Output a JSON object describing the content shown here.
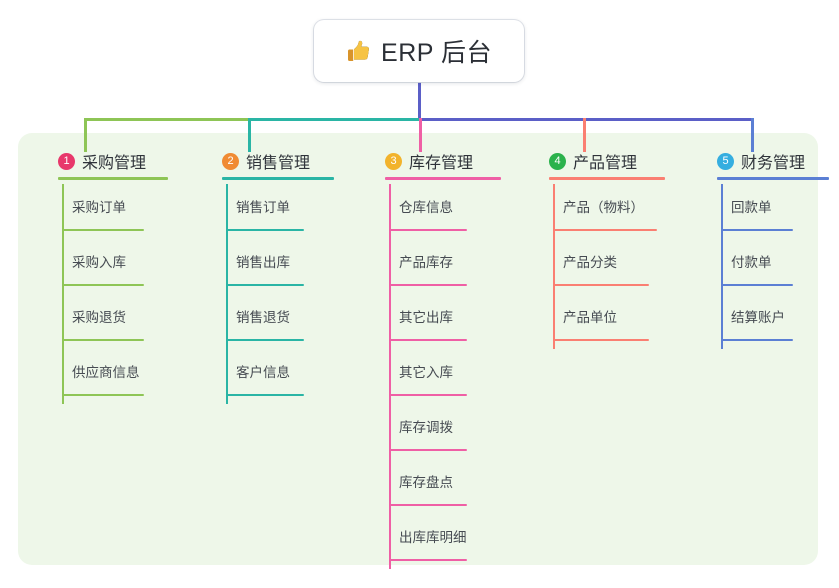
{
  "diagram": {
    "type": "mindmap",
    "root": {
      "icon": "thumbs-up-icon",
      "title": "ERP 后台"
    },
    "panel_color": "#eef7e9",
    "stem_color": "#5b5fc7",
    "branches": [
      {
        "index": "1",
        "title": "采购管理",
        "badge_color": "#e8386b",
        "line_color": "#8ec556",
        "bus_color": "#8ec556",
        "items": [
          "采购订单",
          "采购入库",
          "采购退货",
          "供应商信息"
        ]
      },
      {
        "index": "2",
        "title": "销售管理",
        "badge_color": "#f08b33",
        "line_color": "#2ab5a5",
        "bus_color": "#2ab5a5",
        "items": [
          "销售订单",
          "销售出库",
          "销售退货",
          "客户信息"
        ]
      },
      {
        "index": "3",
        "title": "库存管理",
        "badge_color": "#f2b32c",
        "line_color": "#ef5fa5",
        "bus_color": "#5b5fc7",
        "items": [
          "仓库信息",
          "产品库存",
          "其它出库",
          "其它入库",
          "库存调拨",
          "库存盘点",
          "出库库明细"
        ]
      },
      {
        "index": "4",
        "title": "产品管理",
        "badge_color": "#2bb24c",
        "line_color": "#fa7f72",
        "bus_color": "#5b5fc7",
        "items": [
          "产品（物料）",
          "产品分类",
          "产品单位"
        ]
      },
      {
        "index": "5",
        "title": "财务管理",
        "badge_color": "#35aee0",
        "line_color": "#5b7fd4",
        "bus_color": "#5b5fc7",
        "items": [
          "回款单",
          "付款单",
          "结算账户"
        ]
      }
    ]
  }
}
